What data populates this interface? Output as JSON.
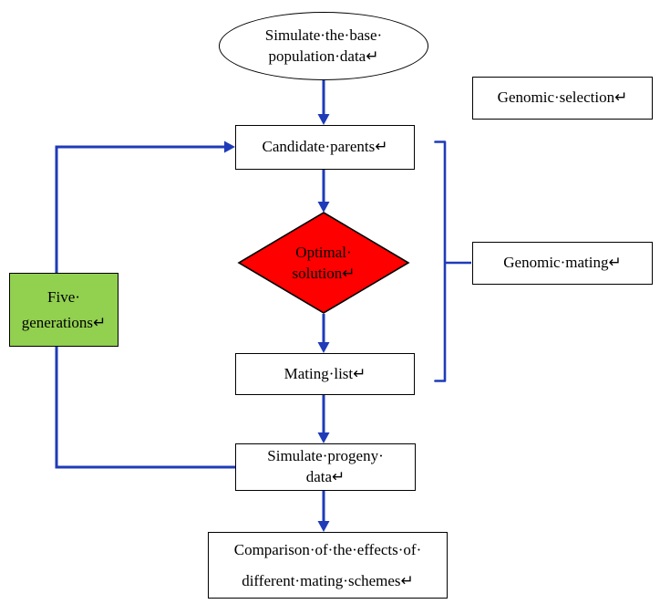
{
  "colors": {
    "arrow": "#1f3bb8",
    "diamond_fill": "#ff0000",
    "diamond_border": "#000000",
    "green_fill": "#92d050",
    "box_border": "#000000"
  },
  "nodes": {
    "start": {
      "line1": "Simulate·the·base·",
      "line2": "population·data↵"
    },
    "candidate": {
      "label": "Candidate·parents↵"
    },
    "optimal": {
      "line1": "Optimal·",
      "line2": "solution↵"
    },
    "mating_list": {
      "label": "Mating·list↵"
    },
    "progeny": {
      "line1": "Simulate·progeny·",
      "line2": "data↵"
    },
    "comparison": {
      "line1": "Comparison·of·the·effects·of·",
      "line2": "different·mating·schemes↵"
    },
    "five_generations": {
      "line1": "Five·",
      "line2": "generations↵"
    },
    "genomic_selection": {
      "label": "Genomic·selection↵"
    },
    "genomic_mating": {
      "label": "Genomic·mating↵"
    }
  }
}
